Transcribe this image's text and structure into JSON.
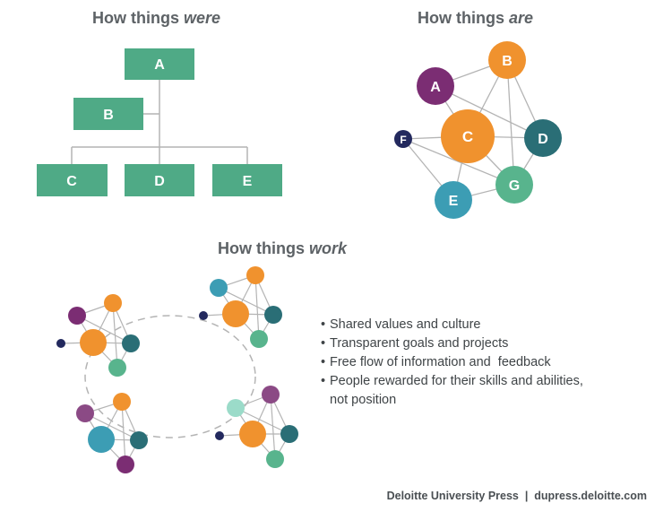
{
  "headings": {
    "were_prefix": "How things ",
    "were_em": "were",
    "are_prefix": "How things ",
    "are_em": "are",
    "work_prefix": "How things ",
    "work_em": "work"
  },
  "org_chart": {
    "boxes": [
      "A",
      "B",
      "C",
      "D",
      "E"
    ]
  },
  "network": {
    "nodes": [
      "A",
      "B",
      "C",
      "D",
      "E",
      "F",
      "G"
    ]
  },
  "bullets": [
    "Shared values and culture",
    "Transparent goals and projects",
    "Free flow of information and  feedback",
    "People rewarded for their skills and abilities,"
  ],
  "bullet_continuation": "not position",
  "footer": "Deloitte University Press  |  dupress.deloitte.com",
  "colors": {
    "green_box": "#4faa86",
    "purple": "#7b2d73",
    "orange": "#f0922e",
    "teal_dark": "#2a6e76",
    "navy": "#23295e",
    "blue": "#3c9db4",
    "green": "#58b48d",
    "mint": "#9bdbc9",
    "connector": "#b4b4b4"
  }
}
